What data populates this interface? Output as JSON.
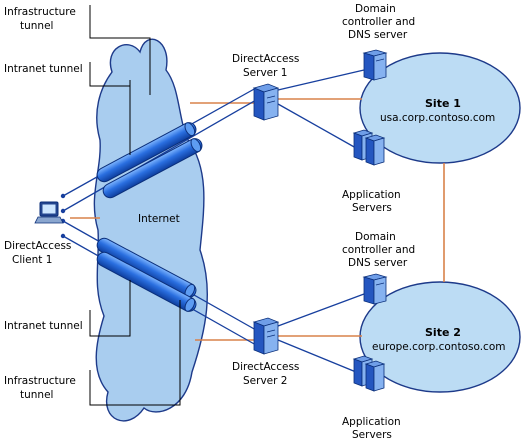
{
  "labels": {
    "infra_tunnel_top": [
      "Infrastructure",
      "tunnel"
    ],
    "intranet_tunnel_top": "Intranet tunnel",
    "intranet_tunnel_bottom": "Intranet tunnel",
    "infra_tunnel_bottom": [
      "Infrastructure",
      "tunnel"
    ],
    "internet": "Internet",
    "client": [
      "DirectAccess",
      "Client 1"
    ],
    "da_server_1": [
      "DirectAccess",
      "Server 1"
    ],
    "da_server_2": [
      "DirectAccess",
      "Server 2"
    ],
    "dc_dns_1": [
      "Domain",
      "controller and",
      "DNS server"
    ],
    "dc_dns_2": [
      "Domain",
      "controller and",
      "DNS server"
    ],
    "app_servers_1": [
      "Application",
      "Servers"
    ],
    "app_servers_2": [
      "Application",
      "Servers"
    ],
    "site1_name": "Site 1",
    "site1_domain": "usa.corp.contoso.com",
    "site2_name": "Site 2",
    "site2_domain": "europe.corp.contoso.com"
  },
  "colors": {
    "cloud_fill": "#a9cdef",
    "site_fill": "#bcdcf4",
    "tunnel_blue": "#1a57c8",
    "link_orange": "#d9824a",
    "line_blue": "#173f9e",
    "outline": "#1d3a8a"
  },
  "icons": {
    "client": "laptop-icon",
    "server": "server-tower-icon",
    "app_servers": "server-pair-icon"
  }
}
